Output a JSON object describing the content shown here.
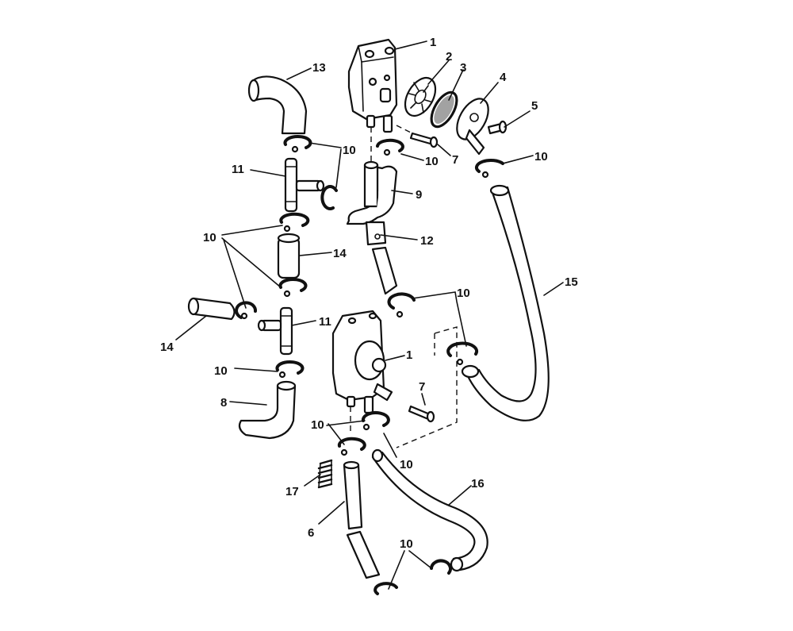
{
  "figure": {
    "callouts": {
      "c1a": "1",
      "c2": "2",
      "c3": "3",
      "c4": "4",
      "c5": "5",
      "c7a": "7",
      "c10a": "10",
      "c10b": "10",
      "c10c": "10",
      "c13": "13",
      "c11a": "11",
      "c9": "9",
      "c12": "12",
      "c10d": "10",
      "c14a": "14",
      "c15": "15",
      "c10e": "10",
      "c14b": "14",
      "c11b": "11",
      "c1b": "1",
      "c10f": "10",
      "c7b": "7",
      "c8": "8",
      "c10g": "10",
      "c10h": "10",
      "c16": "16",
      "c17": "17",
      "c6": "6",
      "c10i": "10"
    }
  }
}
